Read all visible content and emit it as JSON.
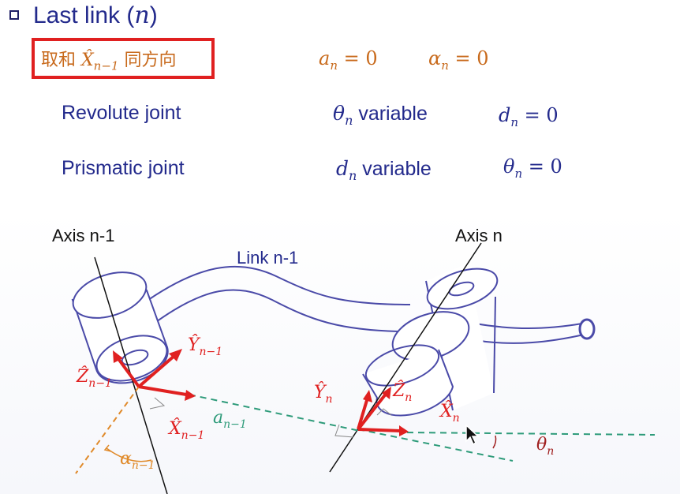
{
  "header": {
    "title_text": "Last link (",
    "title_var": "n",
    "title_close": ")"
  },
  "note": {
    "prefix": "取和 ",
    "symbol": "X̂",
    "subscript": "n−1",
    "suffix": " 同方向"
  },
  "params": {
    "a_sym": "a",
    "a_sub": "n",
    "a_value": " = 0",
    "alpha_sym": "α",
    "alpha_sub": "n",
    "alpha_value": " = 0"
  },
  "revolute": {
    "label": "Revolute joint",
    "var_sym": "θ",
    "var_sub": "n",
    "var_text": " variable",
    "fixed_sym": "d",
    "fixed_sub": "n",
    "fixed_value": " = 0"
  },
  "prismatic": {
    "label": "Prismatic joint",
    "var_sym": "d",
    "var_sub": "n",
    "var_text": " variable",
    "fixed_sym": "θ",
    "fixed_sub": "n",
    "fixed_value": " = 0"
  },
  "diagram": {
    "axis_left_label": "Axis n-1",
    "axis_right_label": "Axis n",
    "link_label": "Link n-1",
    "z_prev_sym": "Ẑ",
    "z_prev_sub": "n−1",
    "y_prev_sym": "Ŷ",
    "y_prev_sub": "n−1",
    "x_prev_sym": "X̂",
    "x_prev_sub": "n−1",
    "a_prev_sym": "a",
    "a_prev_sub": "n−1",
    "alpha_prev_sym": "α",
    "alpha_prev_sub": "n−1",
    "y_n_sym": "Ŷ",
    "y_n_sub": "n",
    "z_n_sym": "Ẑ",
    "z_n_sub": "n",
    "x_n_sym": "X̂",
    "x_n_sub": "n",
    "theta_sym": "θ",
    "theta_sub": "n"
  },
  "colors": {
    "navy": "#232a8c",
    "orange": "#c86a1c",
    "red": "#e02020",
    "green": "#2e9b7a",
    "link_outline": "#4a4aa8"
  },
  "icons": [
    "square-bullet-icon",
    "mouse-cursor-icon"
  ]
}
